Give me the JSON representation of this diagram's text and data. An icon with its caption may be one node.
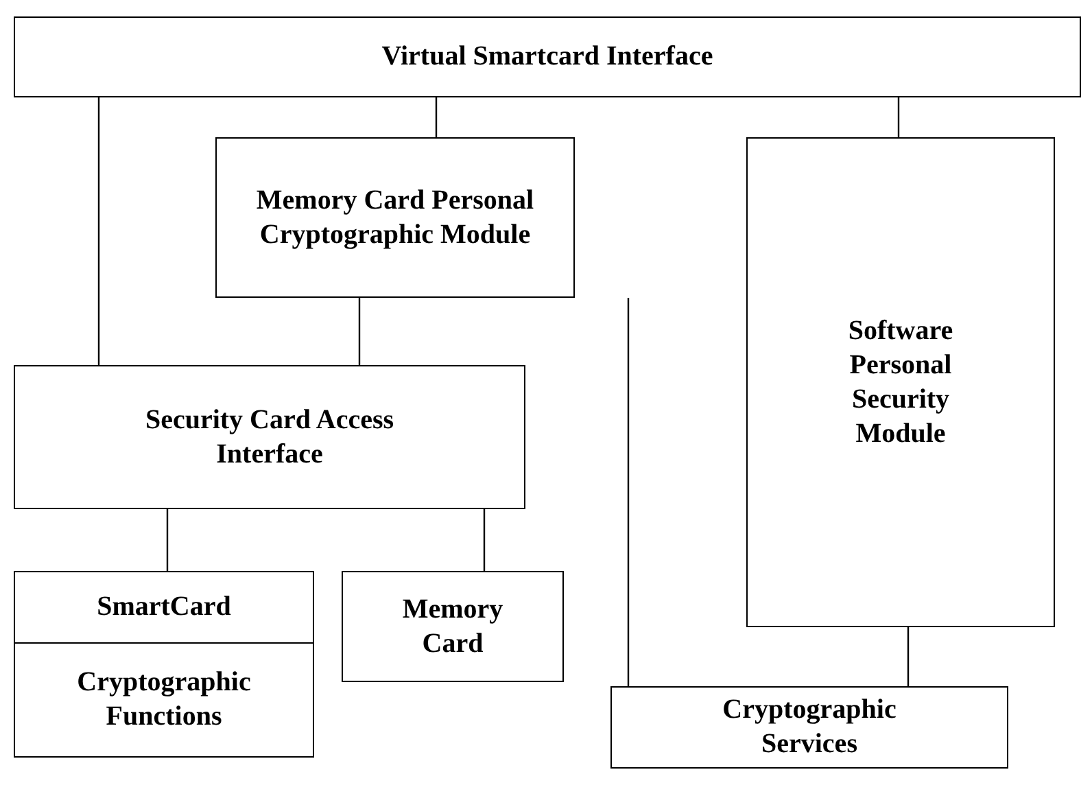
{
  "diagram": {
    "nodes": [
      {
        "text": [
          "Virtual Smartcard Interface"
        ]
      },
      {
        "text": [
          "Memory Card Personal Cryptographic Module"
        ]
      },
      {
        "text": [
          "Software Personal Security Module"
        ]
      },
      {
        "text": [
          "Security Card Access Interface"
        ]
      },
      {
        "text": [
          "SmartCard"
        ]
      },
      {
        "text": [
          "Memory Card"
        ]
      },
      {
        "text": [
          "Cryptographic Functions"
        ]
      },
      {
        "text": [
          "Cryptographic Services"
        ]
      }
    ],
    "edges": [
      {
        "from": 0,
        "to": 3,
        "arrow": "none"
      },
      {
        "from": 0,
        "to": 1,
        "arrow": "none"
      },
      {
        "from": 0,
        "to": 2,
        "arrow": "none"
      },
      {
        "from": 1,
        "to": 3,
        "arrow": "none"
      },
      {
        "from": 1,
        "to": 7,
        "arrow": "none"
      },
      {
        "from": 2,
        "to": 7,
        "arrow": "none"
      },
      {
        "from": 3,
        "to": 4,
        "arrow": "none"
      },
      {
        "from": 3,
        "to": 5,
        "arrow": "none"
      }
    ]
  }
}
